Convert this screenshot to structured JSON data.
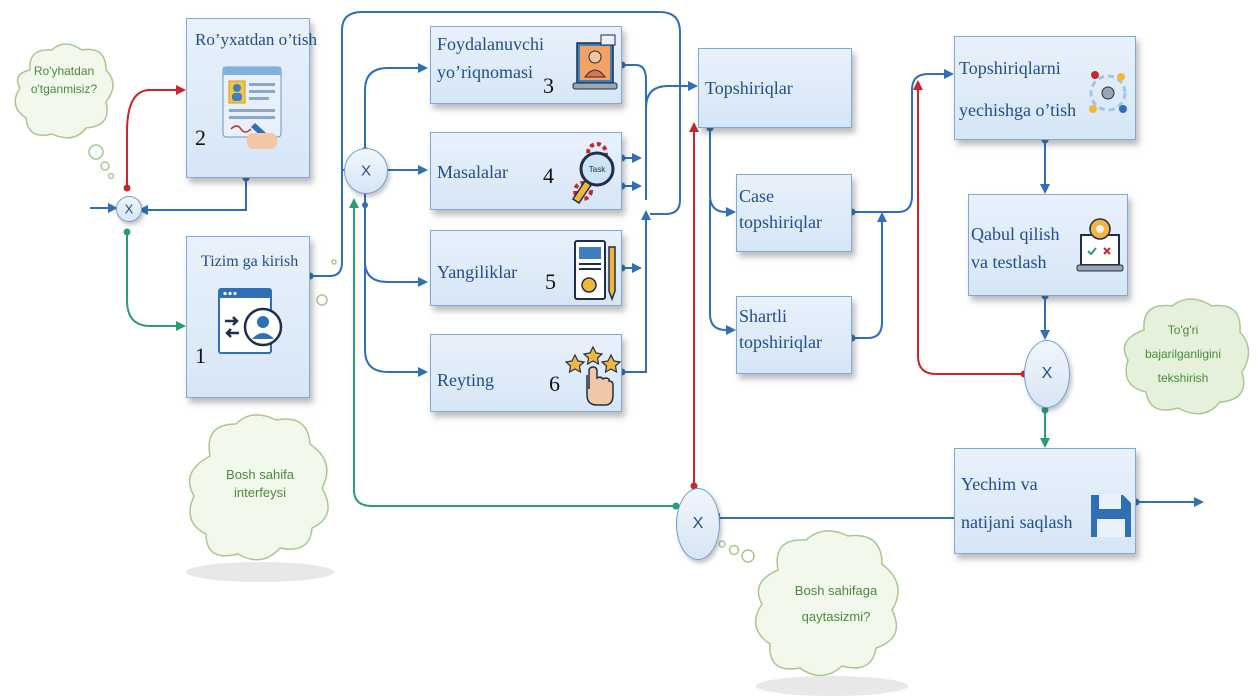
{
  "question_registered": {
    "line1": "Ro'yhatdan",
    "line2": "o'tganmisiz?"
  },
  "boxes": {
    "register": {
      "label": "Ro’yxatdan o’tish",
      "number": "2"
    },
    "login": {
      "label": "Tizim ga kirish",
      "number": "1"
    },
    "guide": {
      "line1": "Foydalanuvchi",
      "line2": "yo’riqnomasi",
      "number": "3"
    },
    "problems": {
      "label": "Masalalar",
      "number": "4"
    },
    "news": {
      "label": "Yangiliklar",
      "number": "5"
    },
    "rating": {
      "label": "Reyting",
      "number": "6"
    },
    "tasks": {
      "label": "Topshiriqlar"
    },
    "case_tasks": {
      "line1": "Case",
      "line2": "topshiriqlar"
    },
    "cond_tasks": {
      "line1": "Shartli",
      "line2": "topshiriqlar"
    },
    "go_solve": {
      "line1": "Topshiriqlarni",
      "line2": "yechishga o’tish"
    },
    "accept_test": {
      "line1": "Qabul qilish",
      "line2": "va testlash"
    },
    "save": {
      "line1": "Yechim va",
      "line2": "natijani saqlash"
    }
  },
  "gateways": {
    "g_register": "X",
    "g_main": "X",
    "g_check": "X",
    "g_return": "X"
  },
  "clouds": {
    "home": {
      "line1": "Bosh sahifa",
      "line2": "interfeysi"
    },
    "check": {
      "line1": "To'g'ri",
      "line2": "bajarilganligini",
      "line3": "tekshirish"
    },
    "back": {
      "line1": "Bosh sahifaga",
      "line2": "qaytasizmi?"
    }
  },
  "icon_text": {
    "task_tag": "Task"
  },
  "colors": {
    "blue": "#2e6fb5",
    "red": "#c8262c",
    "green": "#2a9d72",
    "box_text": "#1f4e8c",
    "cloud_text": "#4a8a3a"
  }
}
